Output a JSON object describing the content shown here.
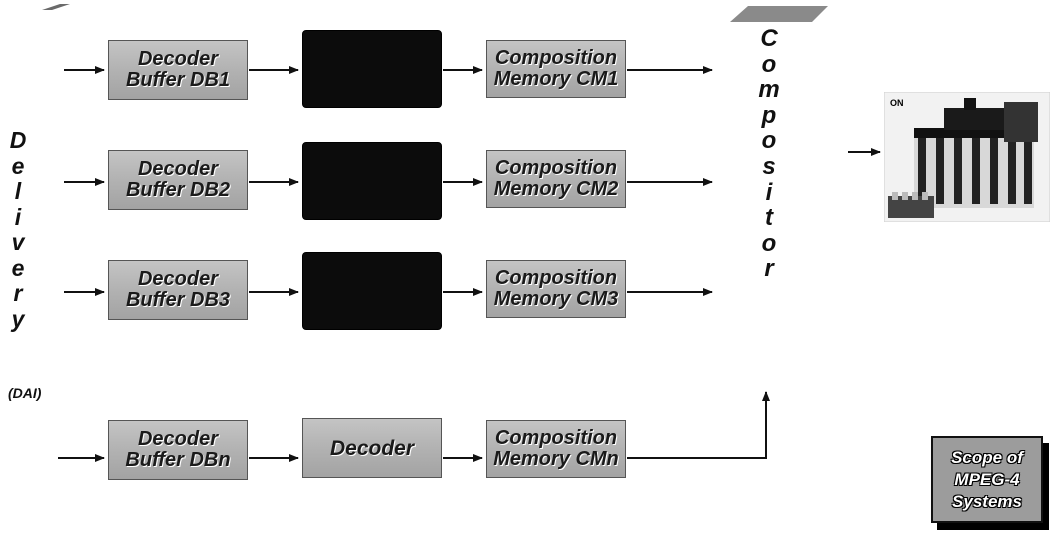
{
  "delivery_label": [
    "D",
    "e",
    "l",
    "i",
    "v",
    "e",
    "r",
    "y"
  ],
  "dai_label": "(DAI)",
  "compositor_label": [
    "C",
    "o",
    "m",
    "p",
    "o",
    "s",
    "i",
    "t",
    "o",
    "r"
  ],
  "rows": [
    {
      "buffer": [
        "Decoder",
        "Buffer DB1"
      ],
      "decoder": [],
      "memory": [
        "Composition",
        "Memory CM1"
      ]
    },
    {
      "buffer": [
        "Decoder",
        "Buffer DB2"
      ],
      "decoder": [],
      "memory": [
        "Composition",
        "Memory CM2"
      ]
    },
    {
      "buffer": [
        "Decoder",
        "Buffer DB3"
      ],
      "decoder": [],
      "memory": [
        "Composition",
        "Memory CM3"
      ]
    },
    {
      "buffer": [
        "Decoder",
        "Buffer DBn"
      ],
      "decoder": [
        "Decoder"
      ],
      "memory": [
        "Composition",
        "Memory CMn"
      ]
    }
  ],
  "scene_tag": "ON",
  "scope_label": [
    "Scope of",
    "MPEG-4",
    "Systems"
  ]
}
